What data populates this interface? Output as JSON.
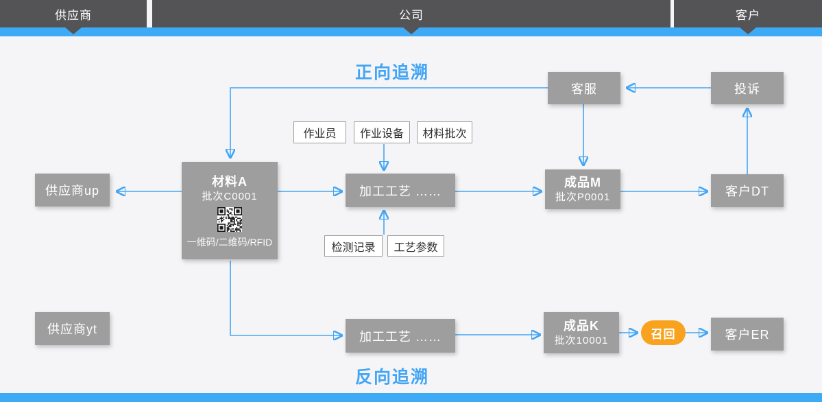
{
  "header": {
    "segments": [
      {
        "label": "供应商"
      },
      {
        "label": "公司"
      },
      {
        "label": "客户"
      }
    ]
  },
  "titles": {
    "forward": "正向追溯",
    "backward": "反向追溯"
  },
  "nodes": {
    "customer_service": "客服",
    "complaint": "投诉",
    "supplier_up": "供应商up",
    "supplier_yt": "供应商yt",
    "material_a": {
      "name": "材料A",
      "batch": "批次C0001",
      "codes": "一维码/二维码/RFID"
    },
    "process_top": "加工工艺 ……",
    "process_bottom": "加工工艺 ……",
    "product_m": {
      "name": "成品M",
      "batch": "批次P0001"
    },
    "product_k": {
      "name": "成品K",
      "batch": "批次10001"
    },
    "customer_dt": "客户DT",
    "customer_er": "客户ER",
    "recall": "召回"
  },
  "tags": {
    "operator": "作业员",
    "equipment": "作业设备",
    "material_batch": "材料批次",
    "inspection_record": "检测记录",
    "process_params": "工艺参数"
  },
  "colors": {
    "accent_blue": "#42a5f5",
    "bar_blue": "#3ea9f5",
    "header_gray": "#545456",
    "node_gray": "#9e9e9e",
    "recall_orange": "#f8a21d",
    "background": "#f5f5f7"
  }
}
